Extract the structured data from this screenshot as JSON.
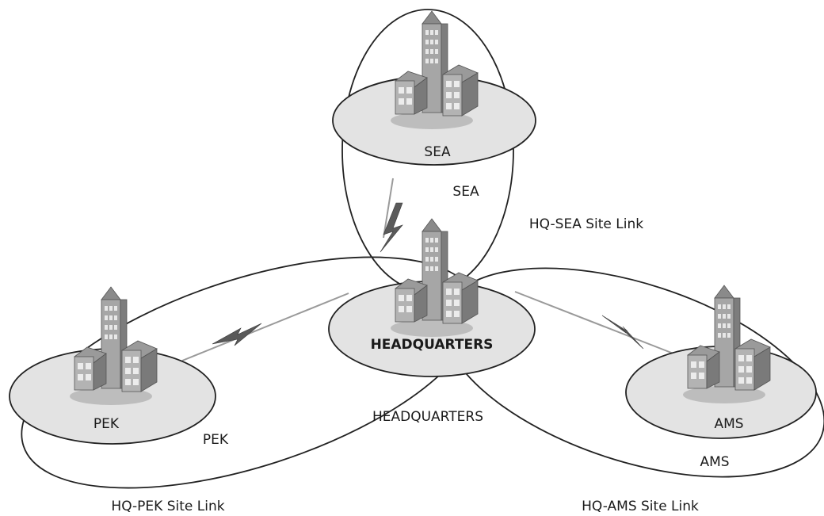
{
  "sites": {
    "sea": {
      "label": "SEA",
      "network_label": "SEA"
    },
    "headquarters": {
      "label": "HEADQUARTERS",
      "network_label": "HEADQUARTERS"
    },
    "pek": {
      "label": "PEK",
      "network_label": "PEK"
    },
    "ams": {
      "label": "AMS",
      "network_label": "AMS"
    }
  },
  "site_links": {
    "hq_sea": "HQ-SEA Site Link",
    "hq_pek": "HQ-PEK Site Link",
    "hq_ams": "HQ-AMS Site Link"
  },
  "icons": [
    "building-icon",
    "wan-link-bolt-icon"
  ]
}
